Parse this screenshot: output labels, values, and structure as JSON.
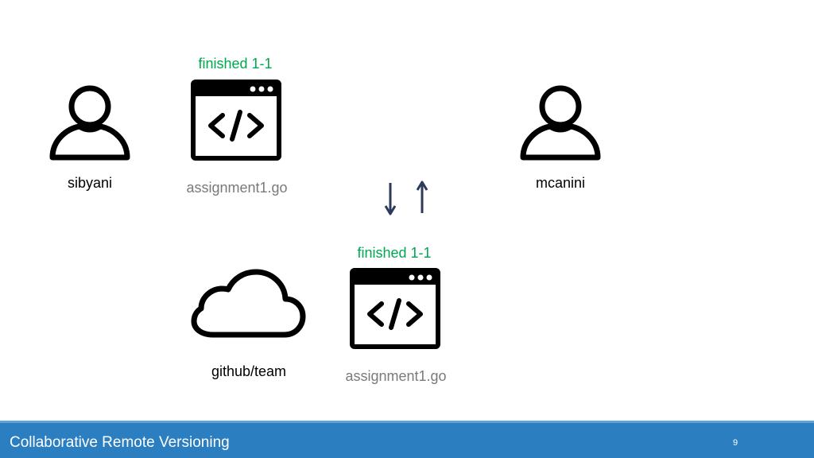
{
  "slide": {
    "users": [
      {
        "name": "sibyani",
        "icon": "user-icon"
      },
      {
        "name": "mcanini",
        "icon": "user-icon"
      }
    ],
    "local_file": {
      "status": "finished 1-1",
      "filename": "assignment1.go",
      "icon": "code-window-icon"
    },
    "remote": {
      "label": "github/team",
      "icon": "cloud-icon",
      "file_status": "finished 1-1",
      "filename": "assignment1.go",
      "file_icon": "code-window-icon"
    },
    "sync_arrows": {
      "down_icon": "arrow-down-icon",
      "up_icon": "arrow-up-icon"
    }
  },
  "footer": {
    "title": "Collaborative Remote Versioning",
    "page_number": "9"
  },
  "colors": {
    "status_text": "#00a651",
    "filename_text": "#7a7a7a",
    "arrow": "#2e3a5c",
    "footer_bg": "#2b7fc0"
  }
}
